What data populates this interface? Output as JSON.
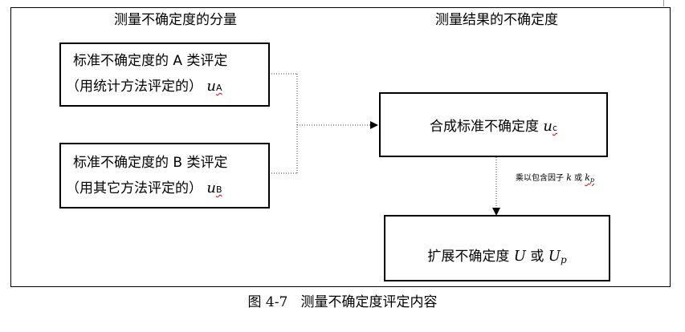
{
  "headings": {
    "left": "测量不确定度的分量",
    "right": "测量结果的不确定度"
  },
  "box_a": {
    "line1": "标准不确定度的 A 类评定",
    "line2": "（用统计方法评定的）",
    "symbol": "u",
    "subscript": "A"
  },
  "box_b": {
    "line1": "标准不确定度的 B 类评定",
    "line2": "（用其它方法评定的）",
    "symbol": "u",
    "subscript": "B"
  },
  "box_c": {
    "label": "合成标准不确定度 ",
    "symbol": "u",
    "subscript": "c"
  },
  "box_u": {
    "label": "扩展不确定度 ",
    "symbol1": "U",
    "or": " 或 ",
    "symbol2": "U",
    "subscript": "p"
  },
  "multiply_label": {
    "text": "乘以包含因子 ",
    "k": "k",
    "or": " 或 ",
    "kp": "k",
    "kp_sub": "p"
  },
  "caption": "图 4-7   测量不确定度评定内容",
  "colors": {
    "line": "#000000",
    "connector": "#333333",
    "spellcheck_underline": "#d00000"
  }
}
